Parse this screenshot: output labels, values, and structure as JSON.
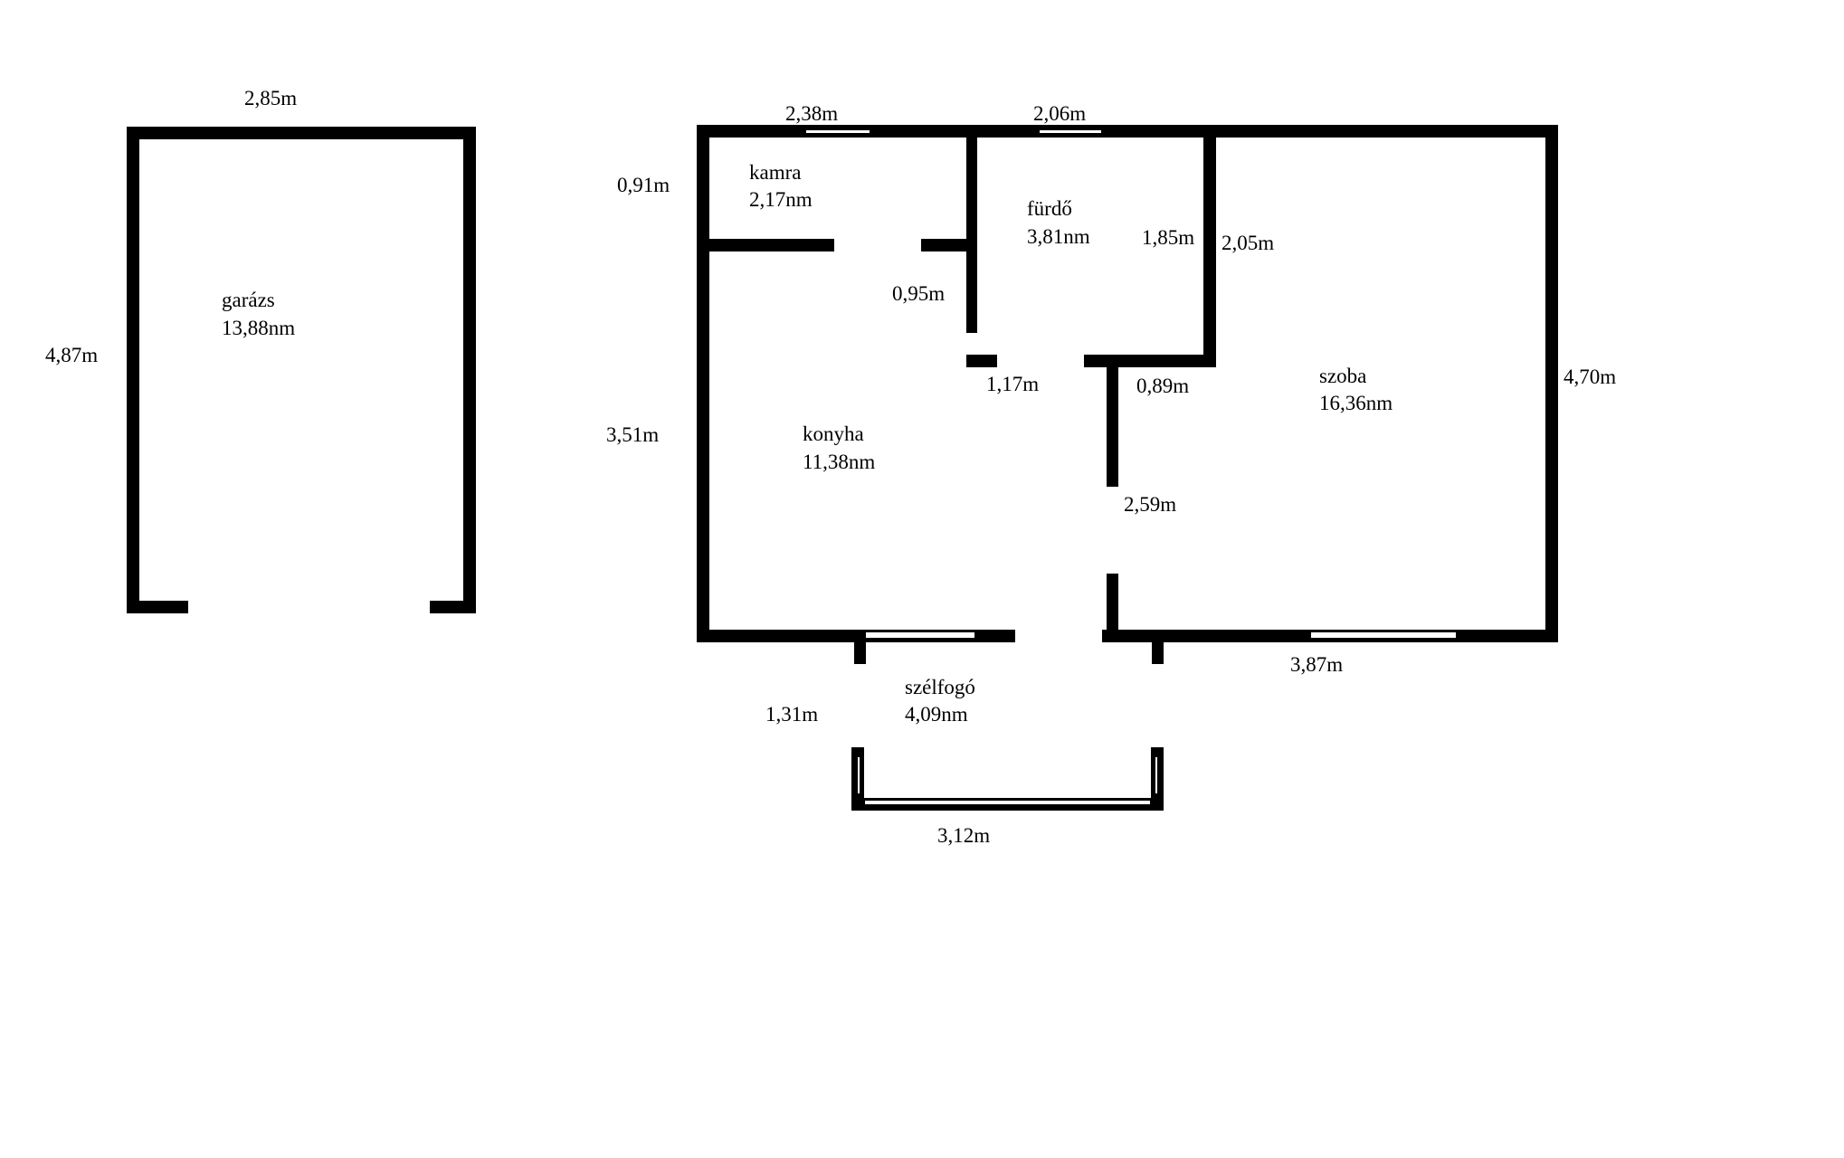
{
  "rooms": {
    "garage": {
      "name": "garázs",
      "area": "13,88nm",
      "width": "2,85m",
      "depth": "4,87m"
    },
    "pantry": {
      "name": "kamra",
      "area": "2,17nm"
    },
    "bathroom": {
      "name": "fürdő",
      "area": "3,81nm"
    },
    "kitchen": {
      "name": "konyha",
      "area": "11,38nm"
    },
    "room": {
      "name": "szoba",
      "area": "16,36nm"
    },
    "vestibule": {
      "name": "szélfogó",
      "area": "4,09nm"
    }
  },
  "dimensions": {
    "pantry_width": "2,38m",
    "bath_width": "2,06m",
    "pantry_height": "0,91m",
    "pantry_door": "0,95m",
    "bath_height_inner": "1,85m",
    "bath_height_outer": "2,05m",
    "kitchen_height": "3,51m",
    "bath_door": "1,17m",
    "room_door": "0,89m",
    "room_height": "4,70m",
    "partition_length": "2,59m",
    "room_width": "3,87m",
    "vestibule_depth": "1,31m",
    "vestibule_width": "3,12m"
  },
  "colors": {
    "wall": "#000000",
    "background": "#ffffff"
  }
}
